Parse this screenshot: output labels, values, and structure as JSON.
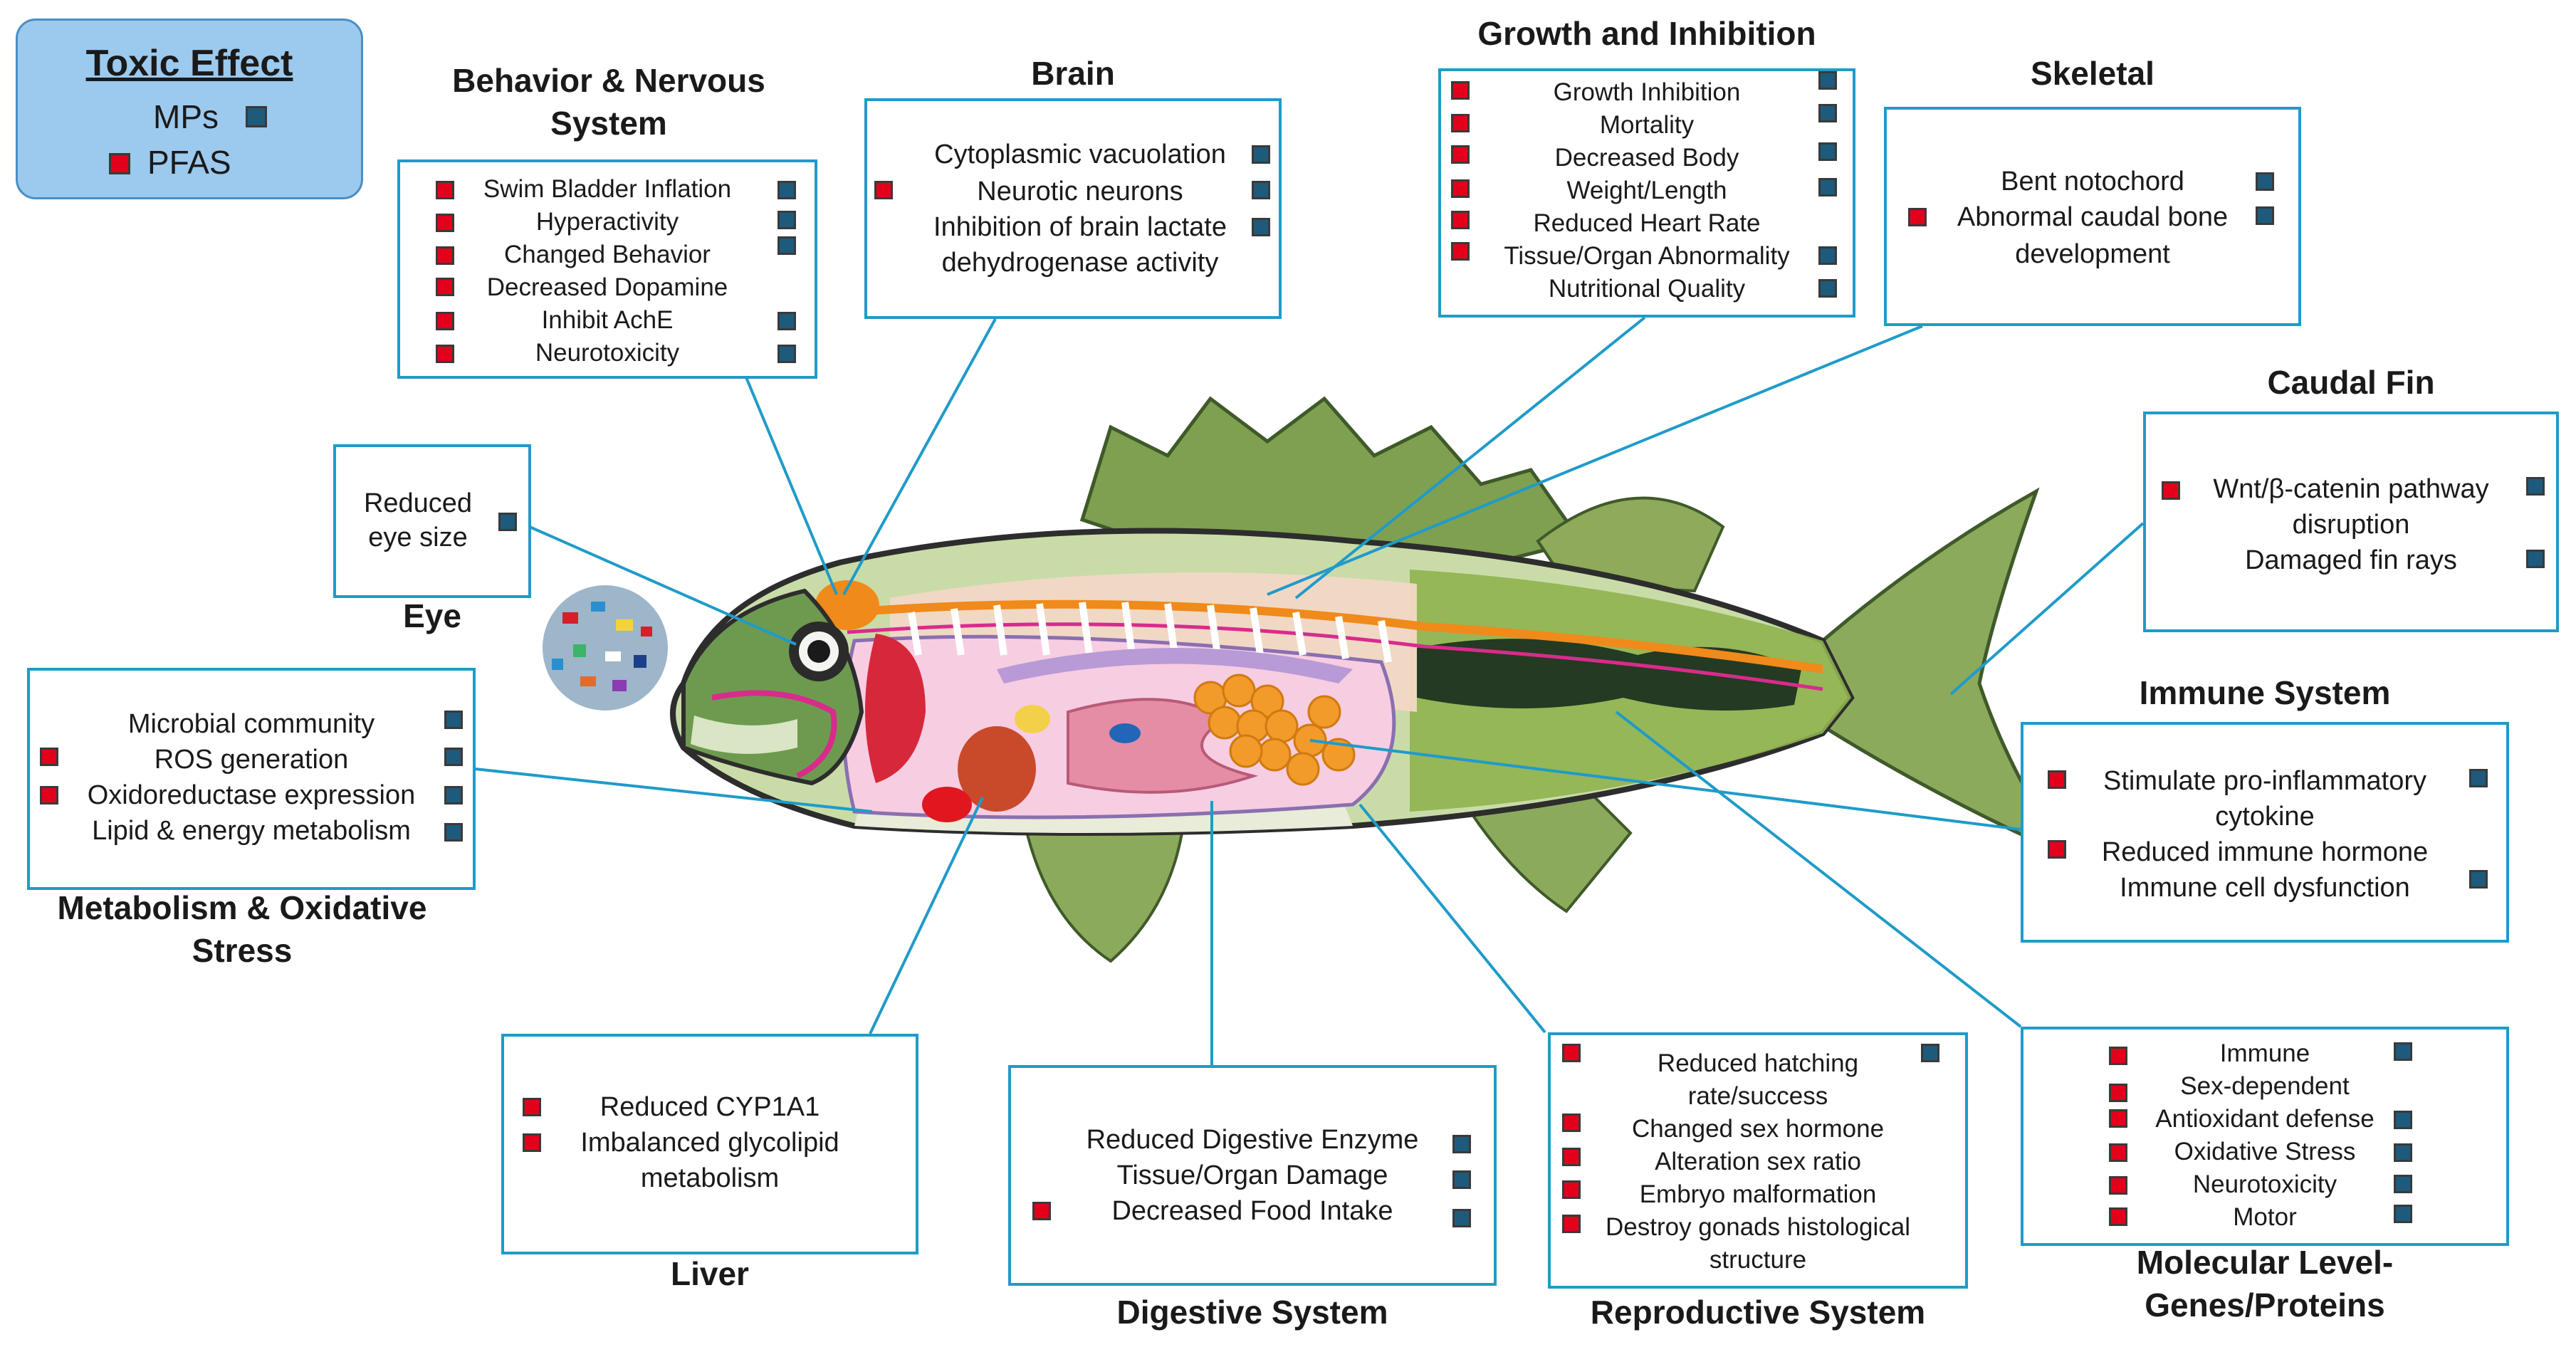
{
  "legend": {
    "title": "Toxic Effect",
    "mps": "MPs",
    "pfas": "PFAS"
  },
  "colors": {
    "pfas": "#e3001b",
    "mps": "#1d5a7c",
    "box_border": "#1f9bc9",
    "legend_bg": "#9cc9ee"
  },
  "sections": {
    "behavior": {
      "title_line1": "Behavior & Nervous",
      "title_line2": "System",
      "items": [
        "Swim Bladder Inflation",
        "Hyperactivity",
        "Changed Behavior",
        "Decreased Dopamine",
        "Inhibit AchE",
        "Neurotoxicity"
      ]
    },
    "brain": {
      "title": "Brain",
      "items": [
        "Cytoplasmic vacuolation",
        "Neurotic neurons",
        "Inhibition of brain lactate",
        "dehydrogenase activity"
      ]
    },
    "growth": {
      "title": "Growth and Inhibition",
      "items": [
        "Growth Inhibition",
        "Mortality",
        "Decreased Body",
        "Weight/Length",
        "Reduced Heart Rate",
        "Tissue/Organ Abnormality",
        "Nutritional Quality"
      ]
    },
    "skeletal": {
      "title": "Skeletal",
      "items": [
        "Bent notochord",
        "Abnormal caudal bone",
        "development"
      ]
    },
    "caudal": {
      "title": "Caudal Fin",
      "items": [
        "Wnt/β-catenin pathway",
        "disruption",
        "Damaged fin rays"
      ]
    },
    "eye": {
      "title": "Eye",
      "items": [
        "Reduced",
        "eye size"
      ]
    },
    "metabolism": {
      "title_line1": "Metabolism & Oxidative",
      "title_line2": "Stress",
      "items": [
        "Microbial community",
        "ROS generation",
        "Oxidoreductase expression",
        "Lipid & energy metabolism"
      ]
    },
    "immune": {
      "title": "Immune System",
      "items": [
        "Stimulate pro-inflammatory",
        "cytokine",
        "Reduced immune hormone",
        "Immune cell dysfunction"
      ]
    },
    "liver": {
      "title": "Liver",
      "items": [
        "Reduced CYP1A1",
        "Imbalanced glycolipid",
        "metabolism"
      ]
    },
    "digestive": {
      "title": "Digestive System",
      "items": [
        "Reduced Digestive Enzyme",
        "Tissue/Organ Damage",
        "Decreased Food Intake"
      ]
    },
    "reproductive": {
      "title": "Reproductive System",
      "items": [
        "Reduced hatching",
        "rate/success",
        "Changed sex hormone",
        "Alteration sex ratio",
        "Embryo malformation",
        "Destroy gonads histological",
        "structure"
      ]
    },
    "molecular": {
      "title_line1": "Molecular Level-",
      "title_line2": "Genes/Proteins",
      "items": [
        "Immune",
        "Sex-dependent",
        "Antioxidant defense",
        "Oxidative Stress",
        "Neurotoxicity",
        "Motor"
      ]
    }
  }
}
